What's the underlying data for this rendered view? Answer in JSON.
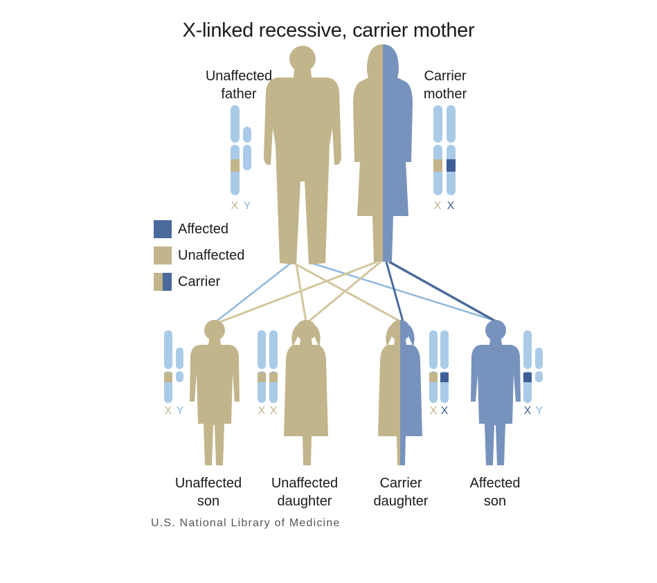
{
  "title": "X-linked recessive, carrier mother",
  "colors": {
    "affected": "#4a6a9b",
    "affected_body": "#7793bd",
    "unaffected": "#c2b58b",
    "chromosome": "#a9cbe7",
    "chromosome_dark": "#3e5f95",
    "unaffected_line": "#d3c69d",
    "affected_line": "#4a6a9b",
    "father_line": "#8fb8dc"
  },
  "parents": {
    "father": {
      "line1": "Unaffected",
      "line2": "father",
      "chromosome_labels": [
        "X",
        "Y"
      ]
    },
    "mother": {
      "line1": "Carrier",
      "line2": "mother",
      "chromosome_labels": [
        "X",
        "X"
      ]
    }
  },
  "legend": [
    {
      "label": "Affected",
      "swatch": "affected"
    },
    {
      "label": "Unaffected",
      "swatch": "unaffected"
    },
    {
      "label": "Carrier",
      "swatch": "carrier"
    }
  ],
  "children": [
    {
      "line1": "Unaffected",
      "line2": "son",
      "chromosome_labels": [
        "X",
        "Y"
      ]
    },
    {
      "line1": "Unaffected",
      "line2": "daughter",
      "chromosome_labels": [
        "X",
        "X"
      ]
    },
    {
      "line1": "Carrier",
      "line2": "daughter",
      "chromosome_labels": [
        "X",
        "X"
      ]
    },
    {
      "line1": "Affected",
      "line2": "son",
      "chromosome_labels": [
        "X",
        "Y"
      ]
    }
  ],
  "credit": "U.S. National Library of Medicine"
}
